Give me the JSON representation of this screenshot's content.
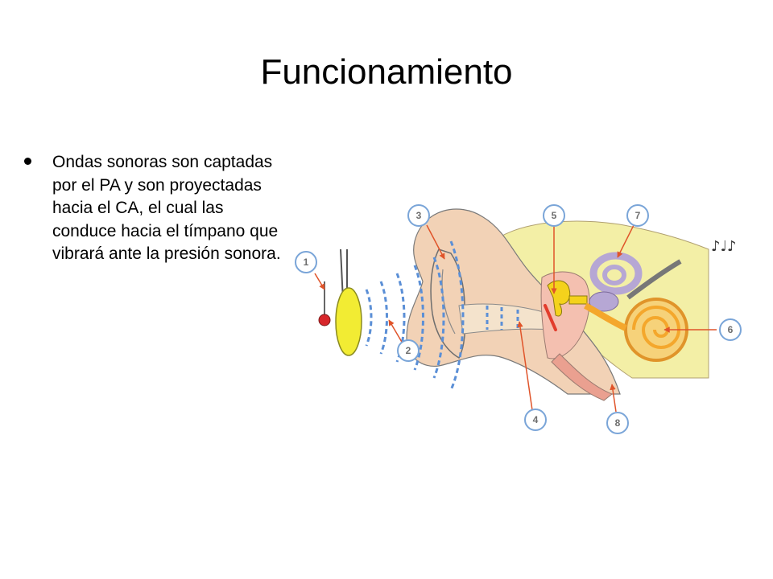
{
  "slide": {
    "title": "Funcionamiento",
    "bullet": "Ondas sonoras son captadas por el PA y son proyectadas hacia el CA, el cual las conduce hacia el tímpano que vibrará ante la presión sonora."
  },
  "diagram": {
    "callouts": [
      "1",
      "2",
      "3",
      "4",
      "5",
      "6",
      "7",
      "8"
    ],
    "colors": {
      "skin": "#f2d2b6",
      "canal": "#f4e3cc",
      "bone": "#f3efa6",
      "sound_waves": "#5b8fd6",
      "tuning_fork": "#f2ec33",
      "eardrum": "#e23c2c",
      "ossicles": "#f4d21c",
      "labyrinth": "#b6a7d4",
      "cochlea": "#f4a72c",
      "callout_circle": "#7aa5d8",
      "pointer": "#e0542a"
    }
  }
}
